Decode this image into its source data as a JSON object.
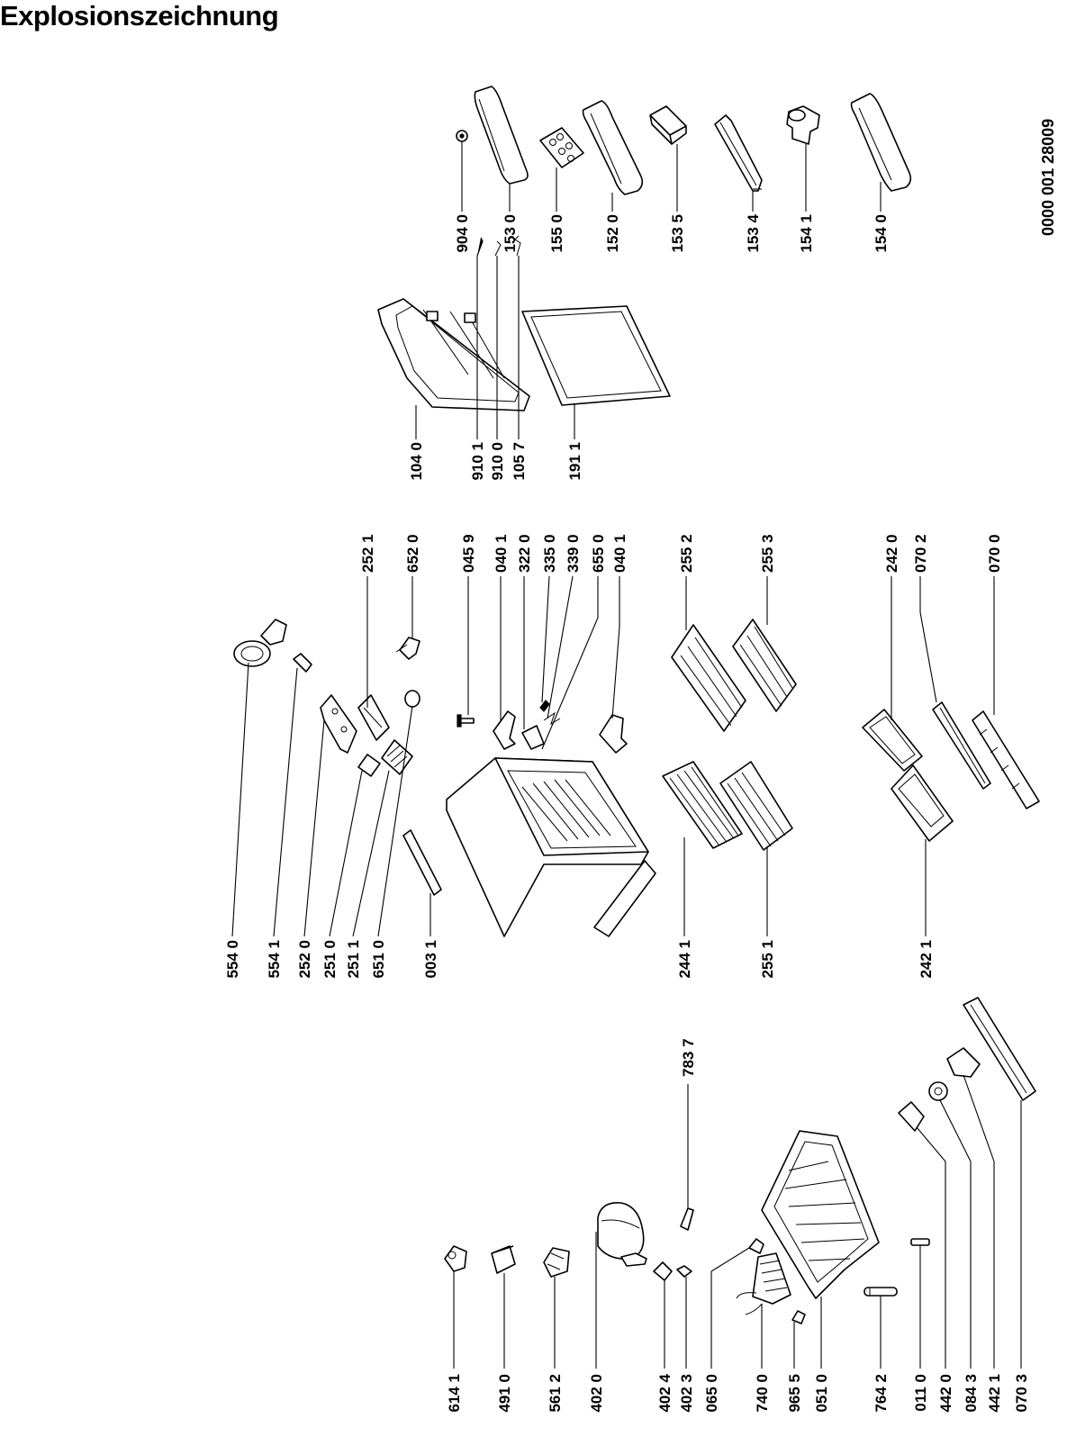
{
  "title": "Explosionszeichnung",
  "document_number": "0000 001 28009",
  "part_numbers": {
    "p9040": "904 0",
    "p1530": "153 0",
    "p1550": "155 0",
    "p1520": "152 0",
    "p1535": "153 5",
    "p1534": "153 4",
    "p1541": "154 1",
    "p1540": "154 0",
    "p1040": "104 0",
    "p9101": "910 1",
    "p9100": "910 0",
    "p1057": "105 7",
    "p1911": "191 1",
    "p2521": "252 1",
    "p6520": "652 0",
    "p0459": "045 9",
    "p0401a": "040 1",
    "p3220": "322 0",
    "p3350": "335 0",
    "p3390": "339 0",
    "p6550": "655 0",
    "p0401b": "040 1",
    "p2552": "255 2",
    "p2553": "255 3",
    "p2420": "242 0",
    "p0702": "070 2",
    "p0700": "070 0",
    "p5540": "554 0",
    "p5541": "554 1",
    "p2520": "252 0",
    "p2510": "251 0",
    "p2511": "251 1",
    "p6510": "651 0",
    "p0031": "003 1",
    "p2441": "244 1",
    "p2551": "255 1",
    "p2421": "242 1",
    "p7837": "783 7",
    "p6141": "614 1",
    "p4910": "491 0",
    "p5612": "561 2",
    "p4020": "402 0",
    "p4024": "402 4",
    "p4023": "402 3",
    "p0650": "065 0",
    "p7400": "740 0",
    "p9655": "965 5",
    "p0510": "051 0",
    "p7642": "764 2",
    "p0110": "011 0",
    "p4420": "442 0",
    "p0843": "084 3",
    "p4421": "442 1",
    "p0703": "070 3"
  }
}
